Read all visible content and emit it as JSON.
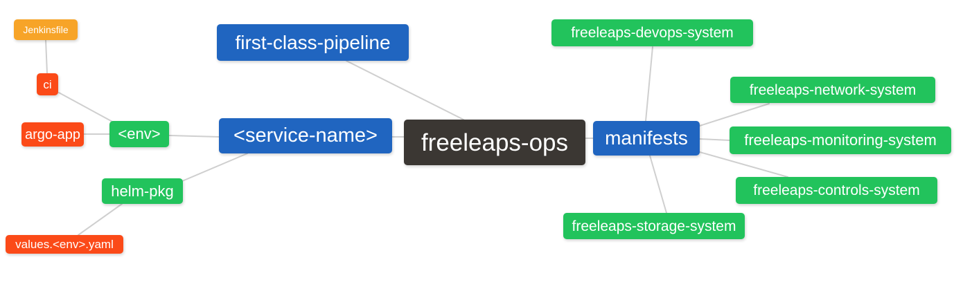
{
  "colors": {
    "background": "#ffffff",
    "edge": "#cfcfcf",
    "node_text": "#ffffff",
    "root_node_bg": "#3b3733",
    "branch_blue": "#2065c0",
    "leaf_green": "#22c35c",
    "leaf_red_orange": "#fb4a18",
    "leaf_orange": "#f7a428"
  },
  "mindmap": {
    "root_label": "freeleaps-ops",
    "nodes": [
      {
        "id": "jenkinsfile",
        "label": "Jenkinsfile",
        "color": "orange"
      },
      {
        "id": "ci",
        "label": "ci",
        "color": "red"
      },
      {
        "id": "argo-app",
        "label": "argo-app",
        "color": "red"
      },
      {
        "id": "env",
        "label": "<env>",
        "color": "green"
      },
      {
        "id": "helm-pkg",
        "label": "helm-pkg",
        "color": "green"
      },
      {
        "id": "values-env-yaml",
        "label": "values.<env>.yaml",
        "color": "red"
      },
      {
        "id": "first-class-pipeline",
        "label": "first-class-pipeline",
        "color": "blue"
      },
      {
        "id": "service-name",
        "label": "<service-name>",
        "color": "blue"
      },
      {
        "id": "freeleaps-ops",
        "label": "freeleaps-ops",
        "color": "dark"
      },
      {
        "id": "manifests",
        "label": "manifests",
        "color": "blue"
      },
      {
        "id": "freeleaps-devops-system",
        "label": "freeleaps-devops-system",
        "color": "green"
      },
      {
        "id": "freeleaps-network-system",
        "label": "freeleaps-network-system",
        "color": "green"
      },
      {
        "id": "freeleaps-monitoring-system",
        "label": "freeleaps-monitoring-system",
        "color": "green"
      },
      {
        "id": "freeleaps-controls-system",
        "label": "freeleaps-controls-system",
        "color": "green"
      },
      {
        "id": "freeleaps-storage-system",
        "label": "freeleaps-storage-system",
        "color": "green"
      }
    ],
    "edges": [
      {
        "from": "jenkinsfile",
        "to": "ci"
      },
      {
        "from": "ci",
        "to": "env"
      },
      {
        "from": "argo-app",
        "to": "env"
      },
      {
        "from": "env",
        "to": "service-name"
      },
      {
        "from": "helm-pkg",
        "to": "service-name"
      },
      {
        "from": "values-env-yaml",
        "to": "helm-pkg"
      },
      {
        "from": "first-class-pipeline",
        "to": "freeleaps-ops"
      },
      {
        "from": "service-name",
        "to": "freeleaps-ops"
      },
      {
        "from": "freeleaps-ops",
        "to": "manifests"
      },
      {
        "from": "manifests",
        "to": "freeleaps-devops-system"
      },
      {
        "from": "manifests",
        "to": "freeleaps-network-system"
      },
      {
        "from": "manifests",
        "to": "freeleaps-monitoring-system"
      },
      {
        "from": "manifests",
        "to": "freeleaps-controls-system"
      },
      {
        "from": "manifests",
        "to": "freeleaps-storage-system"
      }
    ]
  }
}
